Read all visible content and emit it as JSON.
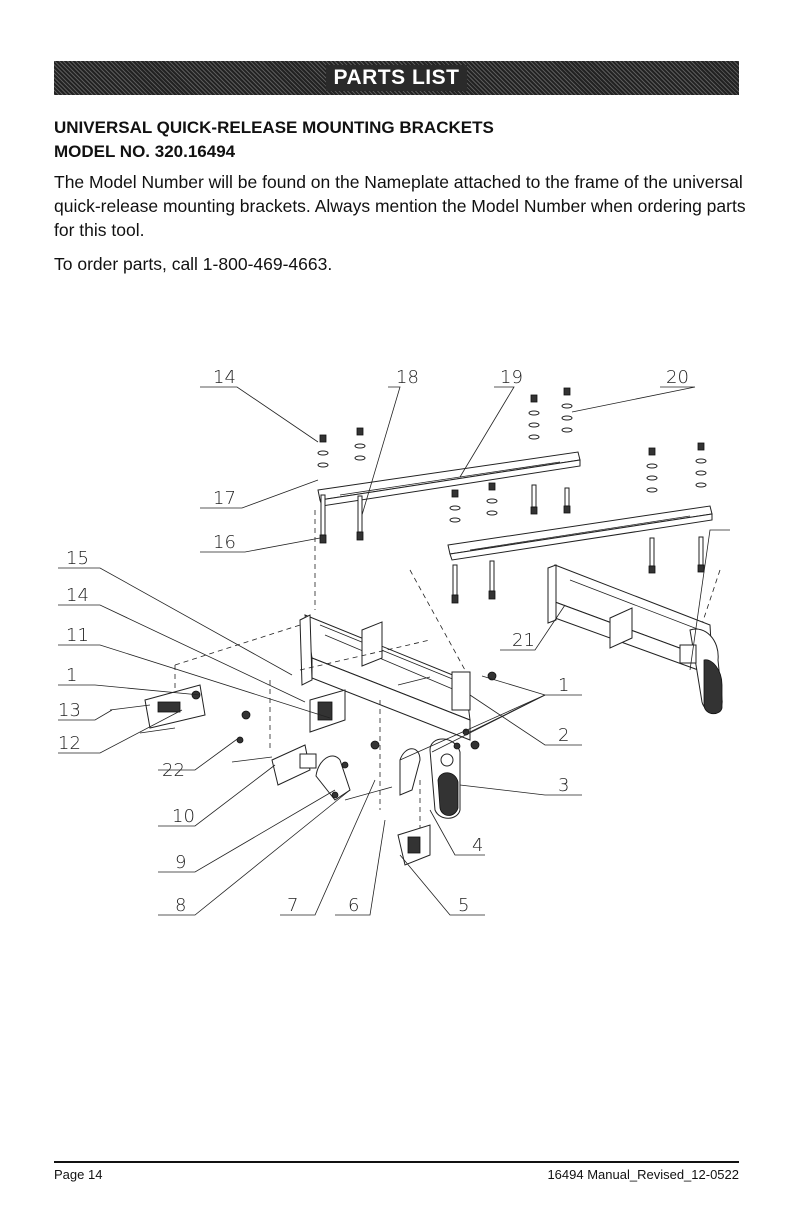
{
  "banner": {
    "title": "PARTS LIST"
  },
  "heading": {
    "line1": "UNIVERSAL QUICK-RELEASE MOUNTING BRACKETS",
    "line2": "MODEL NO. 320.16494"
  },
  "body": {
    "paragraph": "The Model Number will be found on the Nameplate attached to the frame of the universal quick-release mounting brackets. Always mention the Model Number when ordering parts for this tool.",
    "order_line": "To order parts, call 1-800-469-4663."
  },
  "diagram": {
    "callouts": [
      "14",
      "18",
      "19",
      "20",
      "17",
      "16",
      "15",
      "14",
      "11",
      "1",
      "13",
      "12",
      "22",
      "10",
      "9",
      "8",
      "7",
      "6",
      "5",
      "4",
      "3",
      "2",
      "1",
      "21"
    ]
  },
  "footer": {
    "page": "Page 14",
    "doc_id": "16494 Manual_Revised_12-0522"
  }
}
